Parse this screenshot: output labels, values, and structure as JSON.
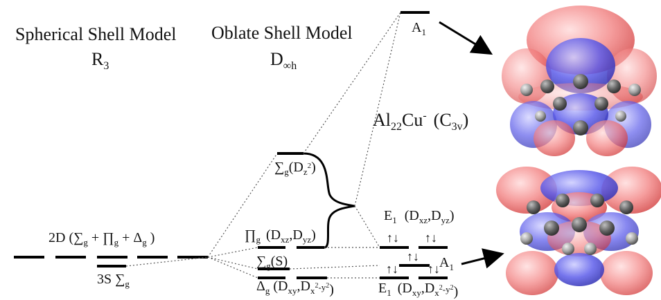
{
  "titles": {
    "spherical": "Spherical Shell Model",
    "spherical_sym": "R",
    "spherical_sym_sub": "3",
    "oblate": "Oblate Shell Model",
    "oblate_sym": "D",
    "oblate_sym_sub": "∞h"
  },
  "molecule": {
    "label_main": "Al",
    "label_sub": "22",
    "label_cu": "Cu",
    "label_sup": "-",
    "label_pg": "(C",
    "label_pg_sub": "3v",
    "label_pg_close": ")"
  },
  "levels": {
    "twoD": {
      "prefix": "2D (",
      "s": "∑",
      "s_sub": "g",
      "plus1": " + ",
      "p": "∏",
      "p_sub": "g",
      "plus2": " + Δ",
      "d_sub": "g",
      "suffix": " )"
    },
    "threeS": {
      "prefix": "3S ",
      "s": "∑",
      "s_sub": "g"
    },
    "sigma_dz2": {
      "sym": "∑",
      "sub": "g",
      "open": "(D",
      "z_sub": "z",
      "sup": "2",
      "close": ")"
    },
    "pi_dxz": {
      "sym": "∏",
      "sub": "g",
      "text": "(D",
      "xz": "xz",
      "comma": ",D",
      "yz": "yz",
      "close": ")"
    },
    "sigma_s": {
      "sym": "∑",
      "sub": "g",
      "text": "(S)"
    },
    "delta": {
      "sym": "Δ",
      "sub": "g",
      "text": " (D",
      "xy": "xy",
      "comma": ",D",
      "x2y2": "x",
      "sup": "2",
      "minus": "-y",
      "sup2": "2",
      "close": ")"
    },
    "A1_top": {
      "text": "A",
      "sub": "1"
    },
    "E1_upper": {
      "text": "E",
      "sub": "1",
      "rest": " (D",
      "xz": "xz",
      "comma": ",D",
      "yz": "yz",
      "close": ")"
    },
    "A1_lower": {
      "text": "A",
      "sub": "1"
    },
    "E1_lower": {
      "text": "E",
      "sub": "1",
      "rest": " (D",
      "xy": "xy",
      "comma": ",D",
      "x2": "x",
      "sup": "2",
      "minus": "-y",
      "sup2": "2",
      "close": ")"
    }
  },
  "spins": {
    "pair": "↑↓"
  },
  "colors": {
    "orbital_red": "#e0262a",
    "orbital_blue": "#2a2ad8",
    "atom_gray": "#8a8a8a",
    "line": "#000000",
    "dotted": "#666666"
  }
}
